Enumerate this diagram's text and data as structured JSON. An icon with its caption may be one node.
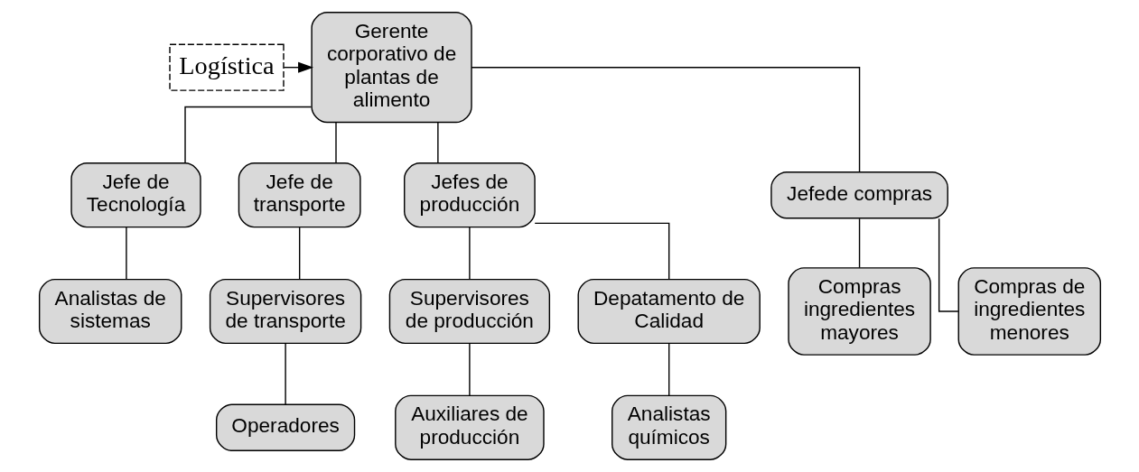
{
  "diagram": {
    "nodes": [
      {
        "text": [
          "Gerente corporativo de plantas de alimento"
        ]
      },
      {
        "text": [
          "Logística"
        ]
      },
      {
        "text": [
          "Jefe de Tecnología"
        ]
      },
      {
        "text": [
          "Jefe de transporte"
        ]
      },
      {
        "text": [
          "Jefes de producción"
        ]
      },
      {
        "text": [
          "Jefede compras"
        ]
      },
      {
        "text": [
          "Analistas de sistemas"
        ]
      },
      {
        "text": [
          "Supervisores de transporte"
        ]
      },
      {
        "text": [
          "Supervisores de producción"
        ]
      },
      {
        "text": [
          "Depatamento de Calidad"
        ]
      },
      {
        "text": [
          "Compras ingredientes mayores"
        ]
      },
      {
        "text": [
          "Compras de ingredientes menores"
        ]
      },
      {
        "text": [
          "Operadores"
        ]
      },
      {
        "text": [
          "Auxiliares de producción"
        ]
      },
      {
        "text": [
          "Analistas químicos"
        ]
      }
    ],
    "edges": [
      {
        "from": 1,
        "to": 0,
        "arrow": "to"
      },
      {
        "from": 0,
        "to": 2,
        "arrow": "none"
      },
      {
        "from": 0,
        "to": 3,
        "arrow": "none"
      },
      {
        "from": 0,
        "to": 4,
        "arrow": "none"
      },
      {
        "from": 0,
        "to": 5,
        "arrow": "none"
      },
      {
        "from": 2,
        "to": 6,
        "arrow": "none"
      },
      {
        "from": 3,
        "to": 7,
        "arrow": "none"
      },
      {
        "from": 4,
        "to": 8,
        "arrow": "none"
      },
      {
        "from": 4,
        "to": 9,
        "arrow": "none"
      },
      {
        "from": 5,
        "to": 10,
        "arrow": "none"
      },
      {
        "from": 5,
        "to": 11,
        "arrow": "none"
      },
      {
        "from": 7,
        "to": 12,
        "arrow": "none"
      },
      {
        "from": 8,
        "to": 13,
        "arrow": "none"
      },
      {
        "from": 9,
        "to": 14,
        "arrow": "none"
      }
    ]
  }
}
